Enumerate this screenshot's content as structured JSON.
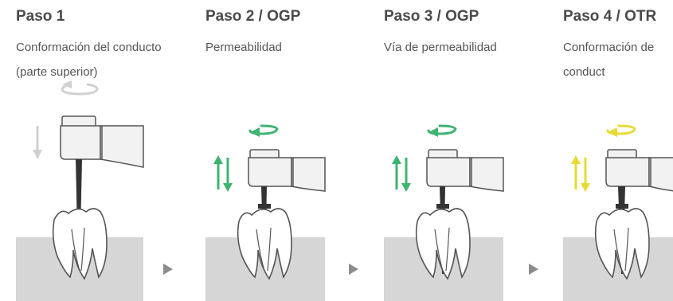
{
  "steps": [
    {
      "title": "Paso 1",
      "desc_lines": [
        "Conformación del conducto",
        "(parte superior)"
      ],
      "arrow_color": "#d0d0d0",
      "arrow_name": "gray"
    },
    {
      "title": "Paso 2 / OGP",
      "desc_lines": [
        "Permeabilidad"
      ],
      "arrow_color": "#3fb370",
      "arrow_name": "green"
    },
    {
      "title": "Paso 3 / OGP",
      "desc_lines": [
        "Vía de permeabilidad"
      ],
      "arrow_color": "#3fb370",
      "arrow_name": "green"
    },
    {
      "title": "Paso 4 / OTR",
      "desc_lines": [
        "Conformación de",
        "conduct"
      ],
      "arrow_color": "#e8da35",
      "arrow_name": "yellow"
    }
  ],
  "colors": {
    "ground": "#d6d6d6",
    "outline": "#555555",
    "file": "#333333",
    "handpiece": "#f2f2f2",
    "step_arrow": "#8c8c8c"
  }
}
